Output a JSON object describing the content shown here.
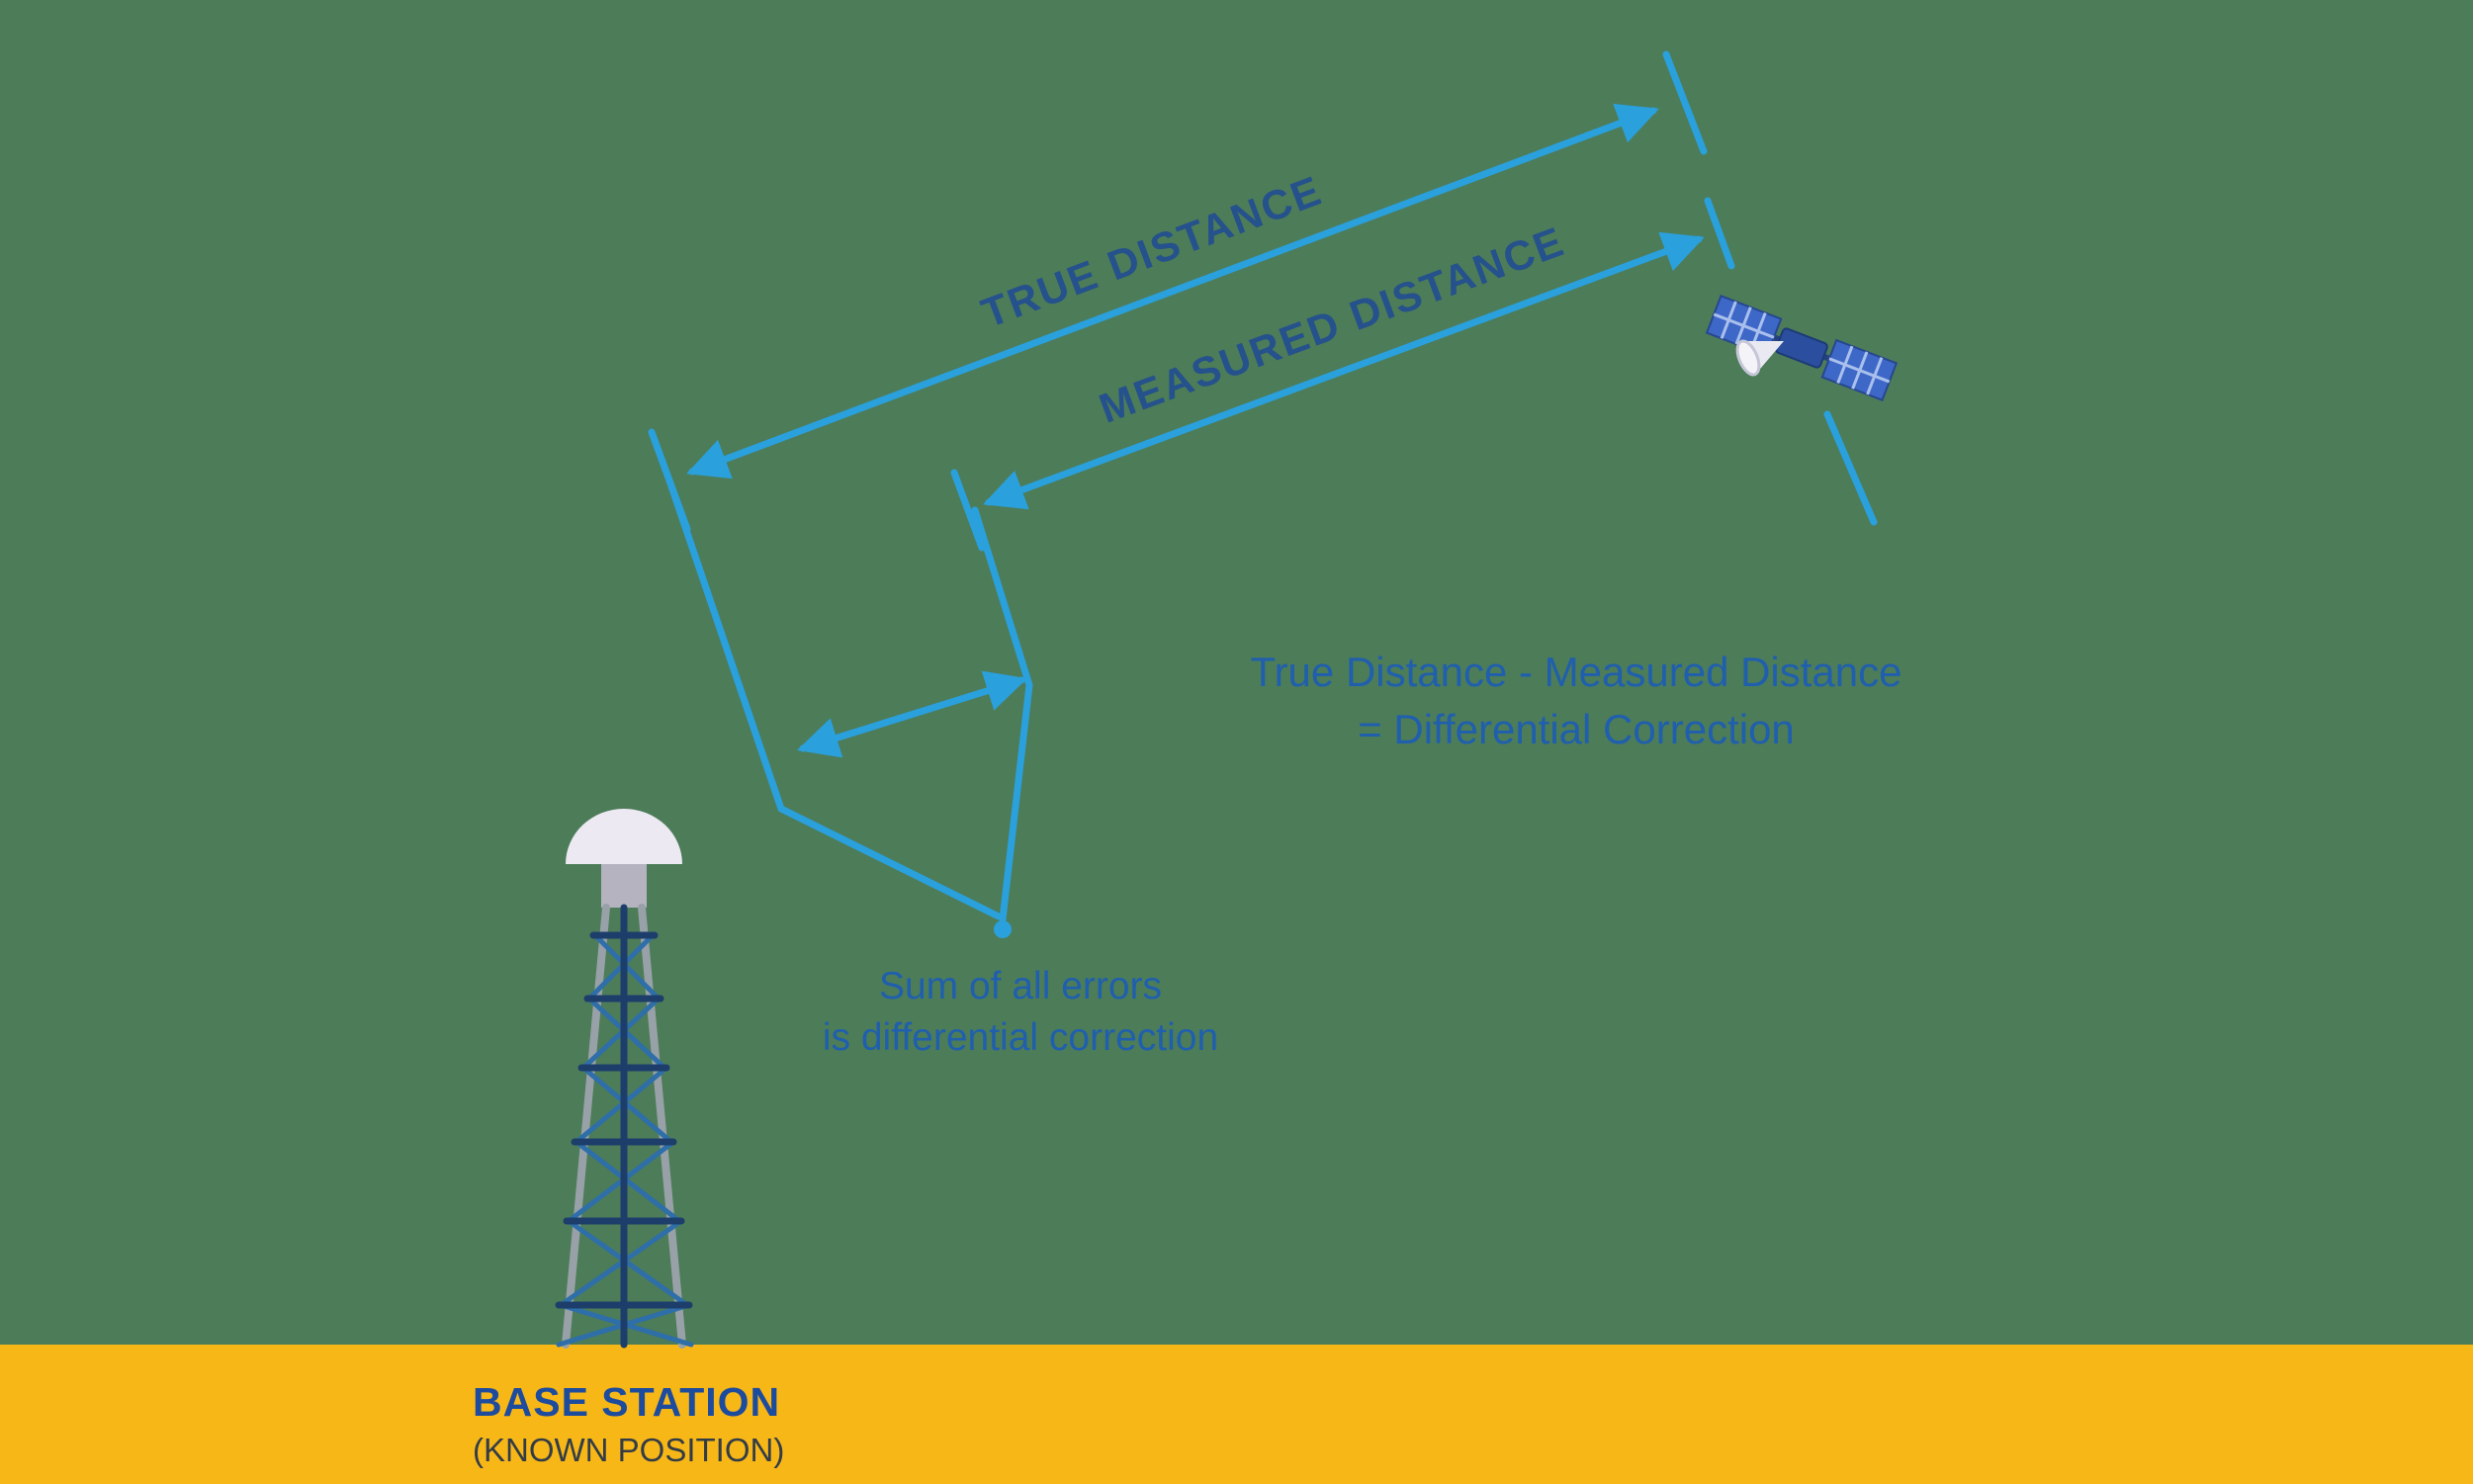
{
  "colors": {
    "background_green": "#4d7c59",
    "ground_yellow": "#f7b817",
    "arrow_blue": "#2aa0dc",
    "heading_navy": "#25518c",
    "body_text_blue": "#1f5fae",
    "base_station_blue": "#1d4b9e",
    "known_position_dark": "#333c46"
  },
  "labels": {
    "true_distance": "TRUE DISTANCE",
    "measured_distance": "MEASURED DISTANCE",
    "equation": {
      "line1": "True Distance - Measured Distance",
      "line2": "= Differential Correction"
    },
    "sum_note": {
      "line1": "Sum of all errors",
      "line2": "is differential correction"
    },
    "base_station": {
      "title": "BASE STATION",
      "subtitle": "(KNOWN POSITION)"
    }
  },
  "icons": {
    "satellite": "satellite-icon",
    "tower": "radio-tower-icon"
  }
}
